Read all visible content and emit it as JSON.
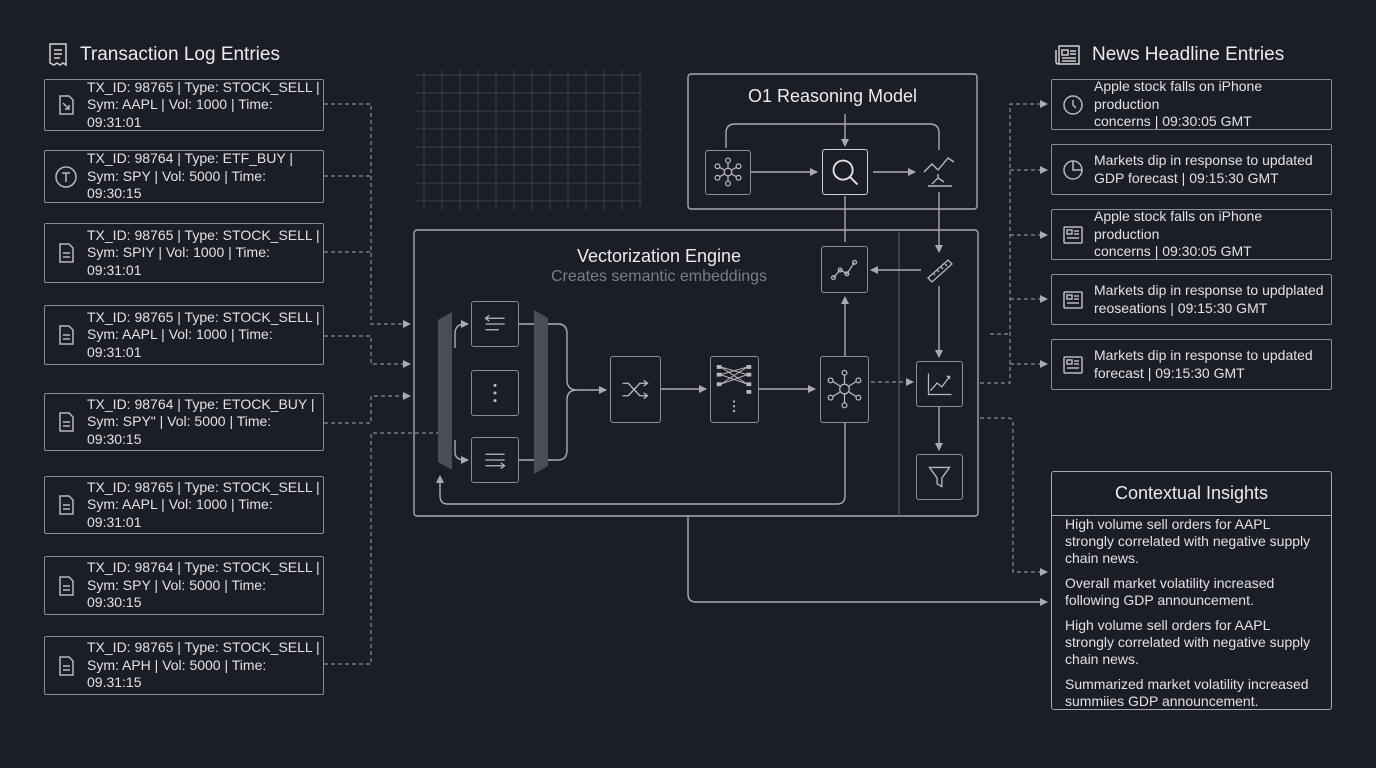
{
  "transactions": {
    "title": "Transaction Log Entries",
    "entries": [
      {
        "line1": "TX_ID: 98765 | Type: STOCK_SELL |",
        "line2": "Sym: AAPL | Vol: 1000 | Time: 09:31:01",
        "icon": "arrow-down-right-doc-icon"
      },
      {
        "line1": "TX_ID: 98764 | Type: ETF_BUY |",
        "line2": "Sym: SPY | Vol: 5000 | Time: 09:30:15",
        "icon": "t-circle-icon"
      },
      {
        "line1": "TX_ID: 98765 | Type: STOCK_SELL |",
        "line2": "Sym: SPIY | Vol: 1000 | Time: 09:31:01",
        "icon": "document-icon"
      },
      {
        "line1": "TX_ID: 98765 | Type: STOCK_SELL |",
        "line2": "Sym: AAPL | Vol: 1000 | Time: 09:31:01",
        "icon": "document-icon"
      },
      {
        "line1": "TX_ID: 98764 | Type: ETOCK_BUY |",
        "line2": "Sym: SPY\" | Vol: 5000 | Time: 09:30:15",
        "icon": "document-icon"
      },
      {
        "line1": "TX_ID: 98765 | Type: STOCK_SELL |",
        "line2": "Sym: AAPL | Vol: 1000 | Time: 09:31:01",
        "icon": "document-icon"
      },
      {
        "line1": "TX_ID: 98764 | Type: STOCK_SELL |",
        "line2": "Sym: SPY | Vol: 5000 | Time: 09:30:15",
        "icon": "document-icon"
      },
      {
        "line1": "TX_ID: 98765 | Type: STOCK_SELL |",
        "line2": "Sym: APH | Vol: 5000 | Time: 09.31:15",
        "icon": "document-icon"
      }
    ]
  },
  "news": {
    "title": "News Headline Entries",
    "entries": [
      {
        "line1": "Apple stock falls on iPhone production",
        "line2": "concerns | 09:30:05 GMT",
        "icon": "clock-icon"
      },
      {
        "line1": "Markets dip in response to updated",
        "line2": "GDP forecast | 09:15:30 GMT",
        "icon": "pie-chart-icon"
      },
      {
        "line1": "Apple stock falls on iPhone production",
        "line2": "concerns | 09:30:05 GMT",
        "icon": "newspaper-icon"
      },
      {
        "line1": "Markets dip in response to updplated",
        "line2": "reoseations | 09:15:30 GMT",
        "icon": "newspaper-icon"
      },
      {
        "line1": "Markets dip in response to updated",
        "line2": "forecast | 09:15:30 GMT",
        "icon": "newspaper-icon"
      }
    ]
  },
  "reasoning_model": {
    "title": "O1 Reasoning Model"
  },
  "vectorization_engine": {
    "title": "Vectorization Engine",
    "subtitle": "Creates semantic embeddings"
  },
  "insights": {
    "title": "Contextual Insights",
    "items": [
      "High volume sell orders for AAPL strongly correlated with negative supply chain news.",
      "Overall market volatility increased following GDP announcement.",
      "High volume sell orders for AAPL strongly correlated with negative supply chain news.",
      "Summarized market volatility increased summiies GDP announcement."
    ]
  },
  "colors": {
    "background": "#1b1e27",
    "line": "#8a8d94",
    "text": "#e6e6e6"
  }
}
